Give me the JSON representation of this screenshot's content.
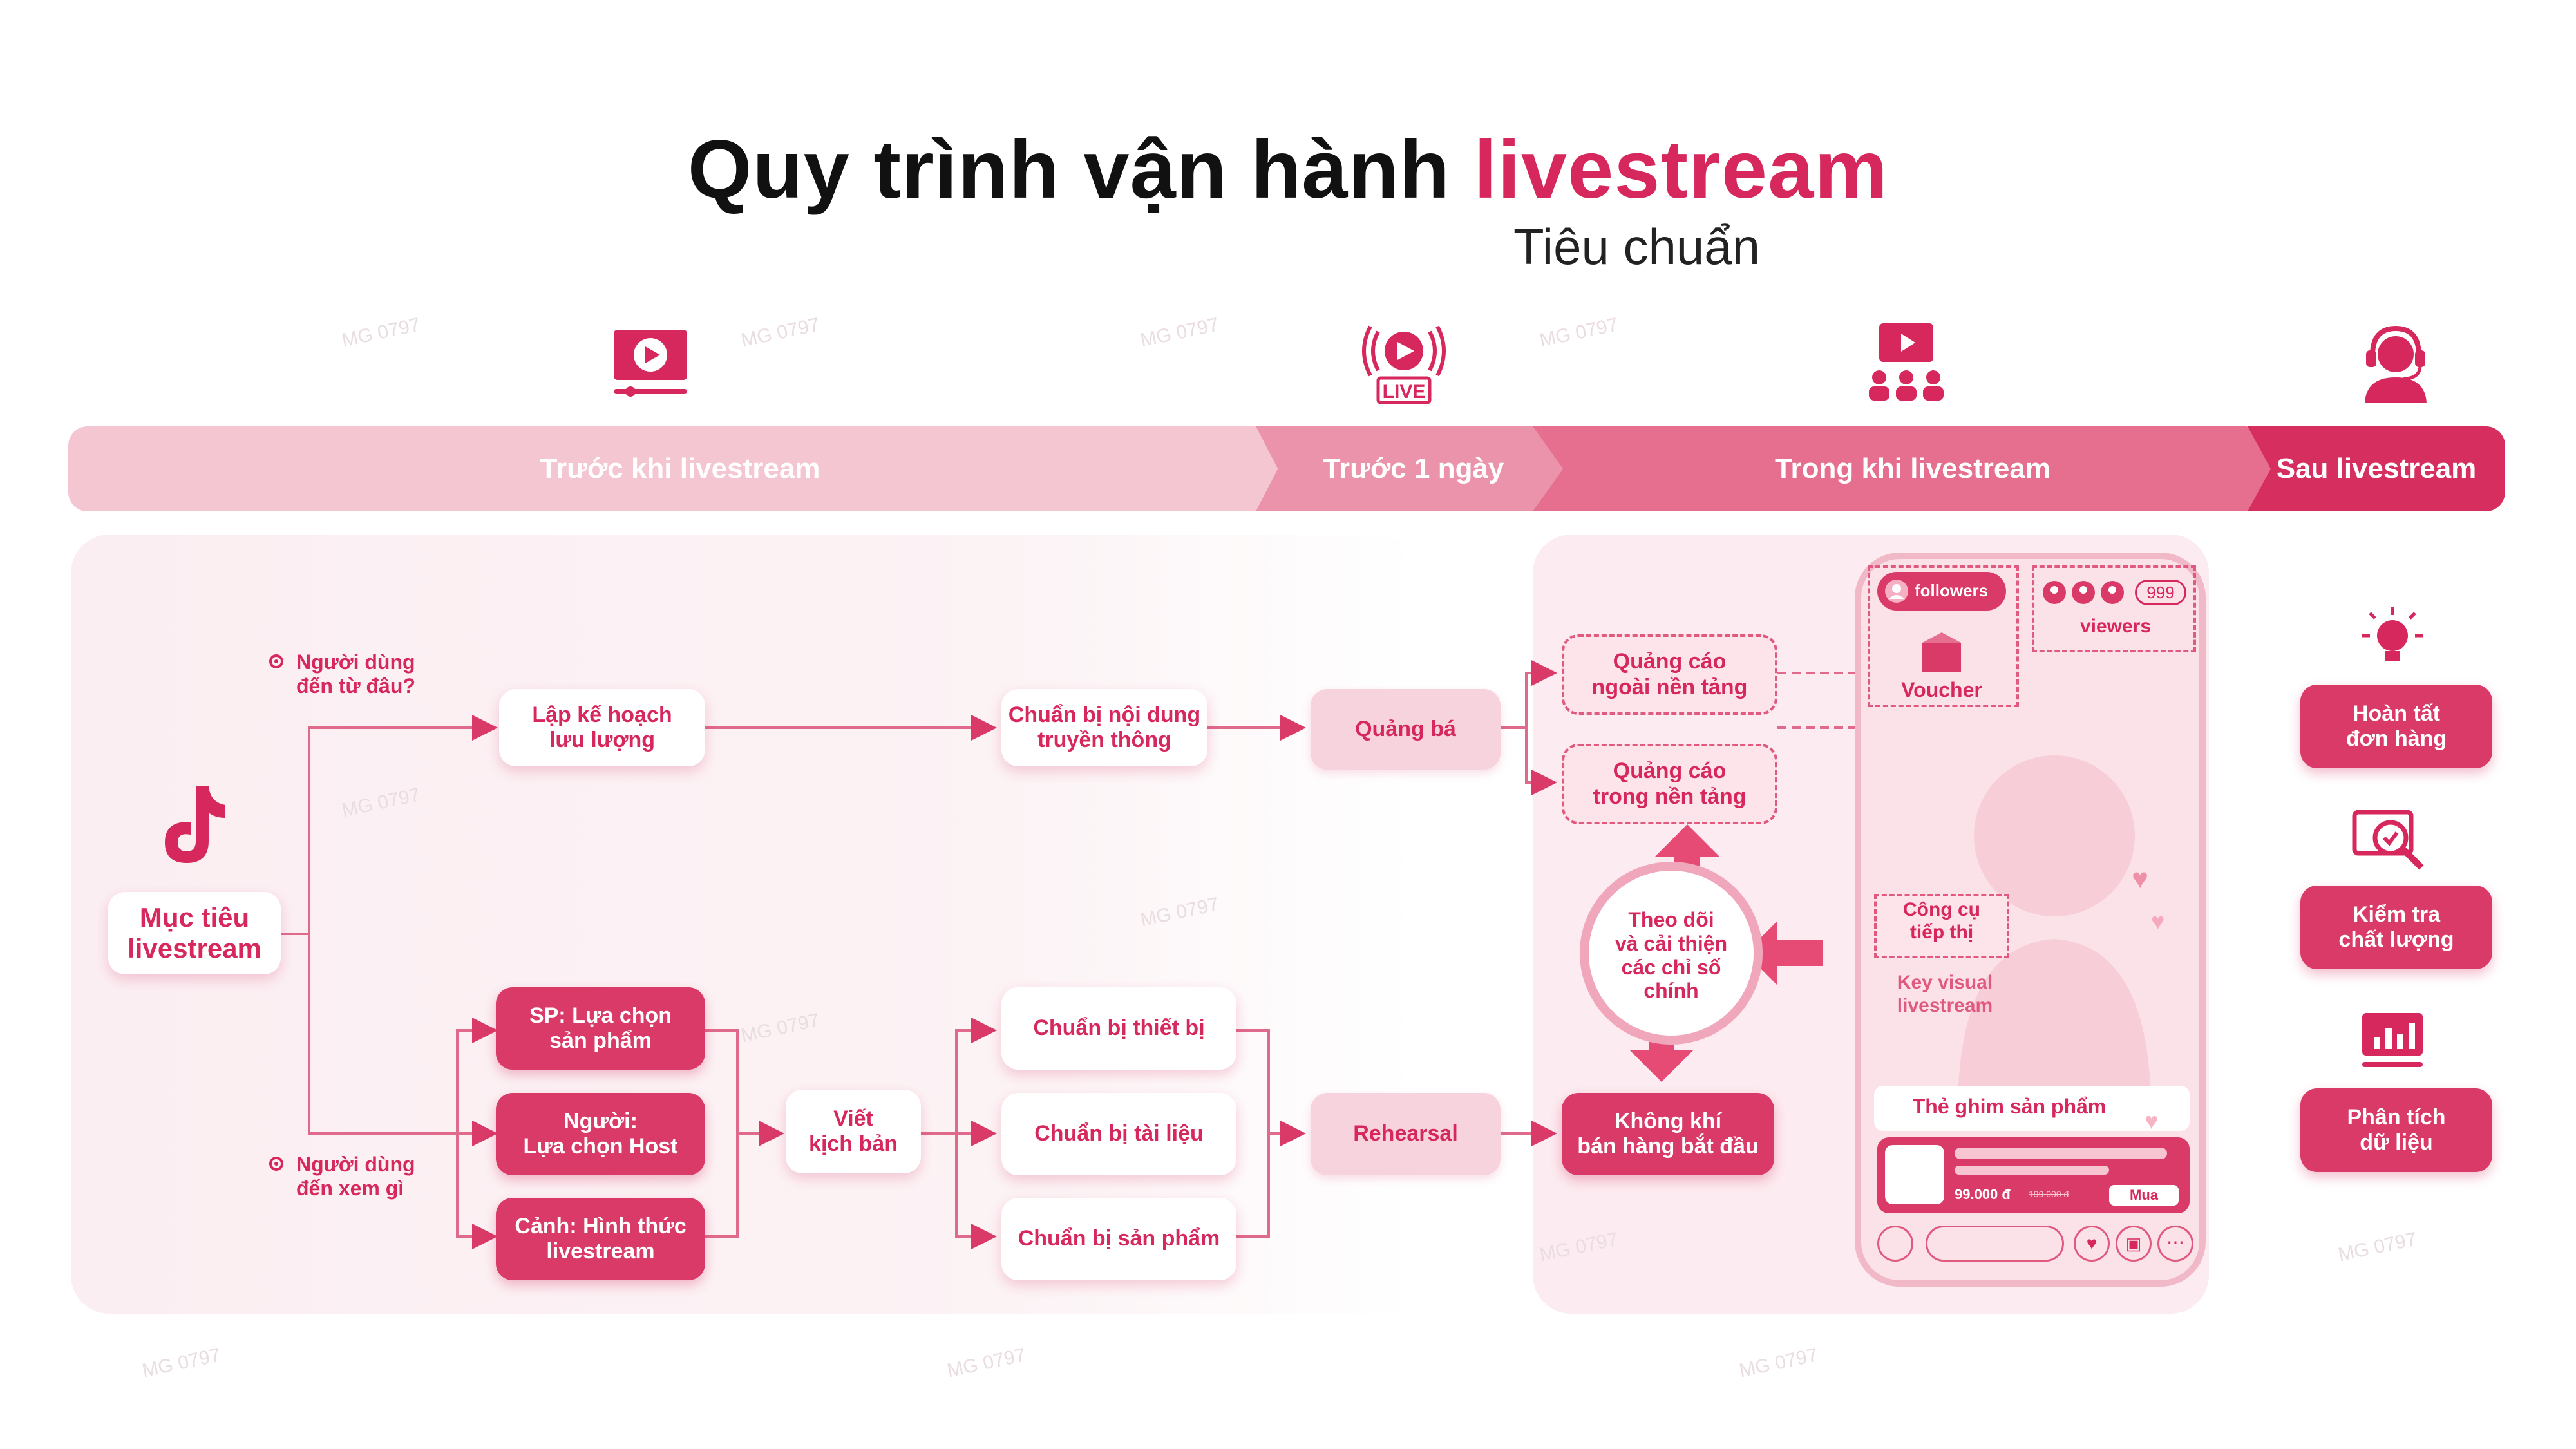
{
  "title": {
    "main": "Quy trình vận hành",
    "accent": "livestream",
    "subtitle": "Tiêu chuẩn"
  },
  "colors": {
    "accent": "#d6285d",
    "phase1": "#f4c6d2",
    "phase2": "#eb93aa",
    "phase3": "#e66f8f",
    "phase4": "#d62e5f"
  },
  "phases": [
    {
      "label": "Trước khi livestream",
      "icon": "video-play-icon"
    },
    {
      "label": "Trước 1 ngày",
      "icon": "live-broadcast-icon"
    },
    {
      "label": "Trong khi livestream",
      "icon": "audience-screen-icon"
    },
    {
      "label": "Sau livestream",
      "icon": "headset-support-icon"
    }
  ],
  "before": {
    "questions": {
      "top": "Người dùng\nđến từ đâu?",
      "bottom": "Người dùng\nđến xem gì"
    },
    "goal": "Mục tiêu\nlivestream",
    "traffic_plan": "Lập kế hoạch\nlưu lượng",
    "content_prep": "Chuẩn bị nội dung\ntruyền thông",
    "product": "SP: Lựa chọn\nsản phẩm",
    "host": "Người:\nLựa chọn Host",
    "scene": "Cảnh: Hình thức\nlivestream",
    "script": "Viết\nkịch bản",
    "equipment": "Chuẩn bị thiết bị",
    "documents": "Chuẩn bị tài liệu",
    "products_prep": "Chuẩn bị sản phẩm"
  },
  "day_before": {
    "promotion": "Quảng bá",
    "rehearsal": "Rehearsal"
  },
  "during": {
    "ads_outside": "Quảng cáo\nngoài nền tảng",
    "ads_inside": "Quảng cáo\ntrong nền tảng",
    "monitor": "Theo dõi\nvà cải thiện\ncác chỉ số\nchính",
    "atmosphere": "Không khí\nbán hàng bắt đầu",
    "phone": {
      "followers": "followers",
      "voucher": "Voucher",
      "viewer_count": "999",
      "viewers": "viewers",
      "marketing_tools": "Công cụ\ntiếp thị",
      "key_visual": "Key visual\nlivestream",
      "pinned": "Thẻ ghim sản phẩm",
      "price": "99.000 đ",
      "old_price": "199.000 đ",
      "buy": "Mua"
    }
  },
  "after": {
    "complete": "Hoàn tất\nđơn hàng",
    "quality": "Kiểm tra\nchất lượng",
    "analyze": "Phân tích\ndữ liệu"
  },
  "watermark": "MG 0797"
}
